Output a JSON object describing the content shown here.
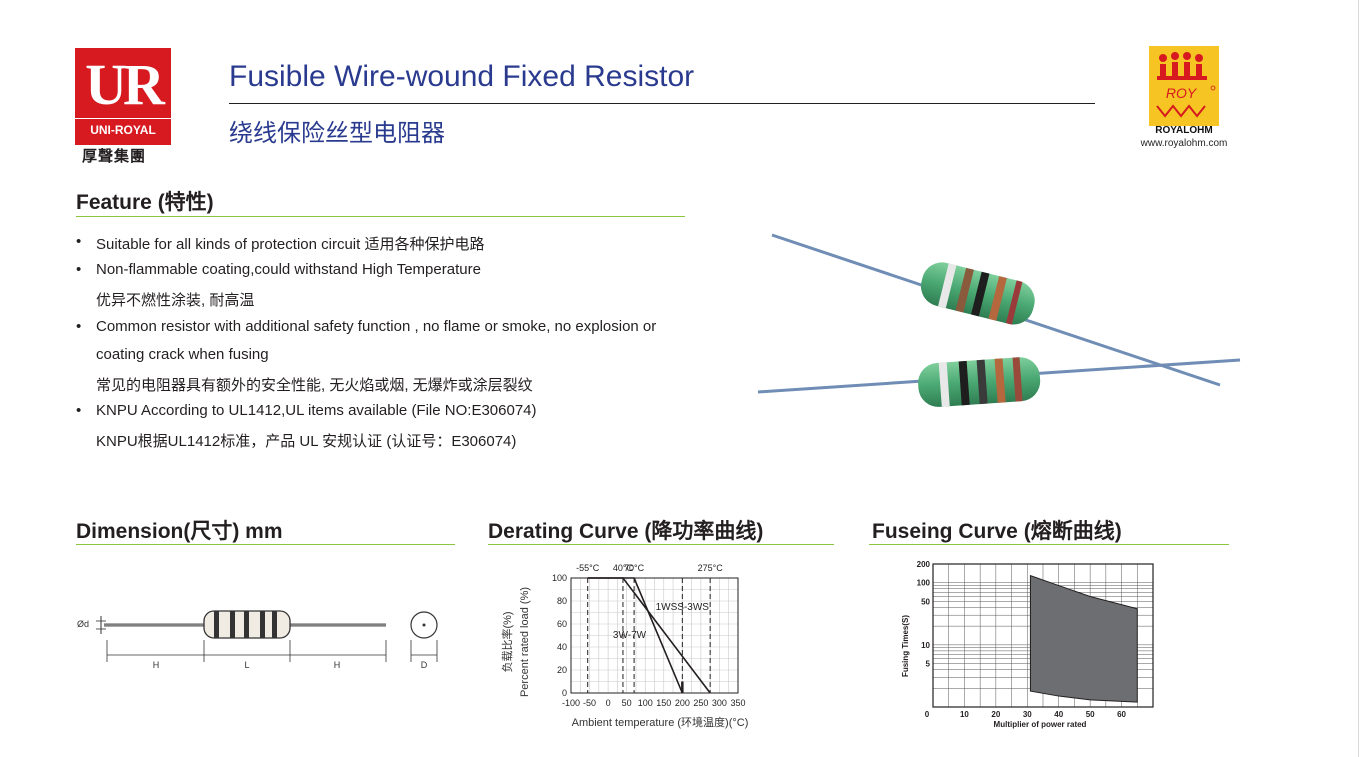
{
  "brand_left": {
    "letters": "UR",
    "name": "UNI-ROYAL",
    "cn": "厚聲集團"
  },
  "brand_right": {
    "name": "ROYALOHM",
    "url": "www.royalohm.com"
  },
  "title": {
    "en": "Fusible Wire-wound Fixed Resistor",
    "cn": "绕线保险丝型电阻器"
  },
  "feature": {
    "heading": "Feature (特性)",
    "items": [
      {
        "lines": [
          "Suitable for all kinds of protection circuit 适用各种保护电路"
        ]
      },
      {
        "lines": [
          "Non-flammable  coating,could withstand High Temperature",
          "优异不燃性涂装, 耐高温"
        ]
      },
      {
        "lines": [
          "Common resistor  with  additional safety  function , no flame or smoke, no  explosion or",
          "coating crack when fusing",
          "常见的电阻器具有额外的安全性能, 无火焰或烟, 无爆炸或涂层裂纹"
        ]
      },
      {
        "lines": [
          "KNPU According to UL1412,UL items available  (File NO:E306074)",
          "KNPU根据UL1412标准，产品 UL 安规认证 (认证号：E306074)"
        ]
      }
    ]
  },
  "dimension": {
    "heading": "Dimension(尺寸) mm",
    "labels": {
      "d": "Ød",
      "h1": "H",
      "l": "L",
      "h2": "H",
      "dia": "D"
    }
  },
  "derating": {
    "heading": "Derating Curve  (降功率曲线)",
    "top_labels": [
      "-55°C",
      "40°C",
      "70°C",
      "275°C"
    ],
    "ylabel_cn": "负载比率(%)",
    "ylabel_en": "Percent rated load (%)",
    "xlabel": "Ambient temperature (环境温度)(°C)",
    "curve_labels": [
      "1WSS-3WS",
      "3W-7W"
    ]
  },
  "fusing": {
    "heading": "Fuseing Curve  (熔断曲线)",
    "ylabel": "Fusing Times(S)",
    "xlabel": "Multiplier of power rated"
  },
  "chart_data": [
    {
      "type": "line",
      "x": [
        -100,
        -50,
        0,
        50,
        100,
        150,
        200,
        250,
        300,
        350
      ],
      "y_ticks": [
        0,
        20,
        40,
        60,
        80,
        100
      ],
      "xlim": [
        -100,
        350
      ],
      "ylim": [
        0,
        100
      ],
      "series": [
        {
          "name": "1WSS-3WS",
          "points": [
            [
              -55,
              100
            ],
            [
              40,
              100
            ],
            [
              275,
              0
            ]
          ]
        },
        {
          "name": "3W-7W",
          "points": [
            [
              -55,
              100
            ],
            [
              70,
              100
            ],
            [
              200,
              0
            ]
          ]
        }
      ],
      "reference_lines_x": [
        -55,
        40,
        70,
        200,
        275
      ],
      "grid": true
    },
    {
      "type": "area",
      "x_ticks": [
        0,
        10,
        20,
        30,
        40,
        50,
        60
      ],
      "y_ticks": [
        5,
        10,
        50,
        100,
        200
      ],
      "y_scale": "log",
      "ylim": [
        1,
        200
      ],
      "xlim": [
        0,
        70
      ],
      "band_upper": [
        [
          31,
          130
        ],
        [
          40,
          90
        ],
        [
          50,
          60
        ],
        [
          65,
          38
        ]
      ],
      "band_lower": [
        [
          31,
          1.8
        ],
        [
          40,
          1.5
        ],
        [
          50,
          1.3
        ],
        [
          65,
          1.2
        ]
      ],
      "grid": true
    }
  ]
}
